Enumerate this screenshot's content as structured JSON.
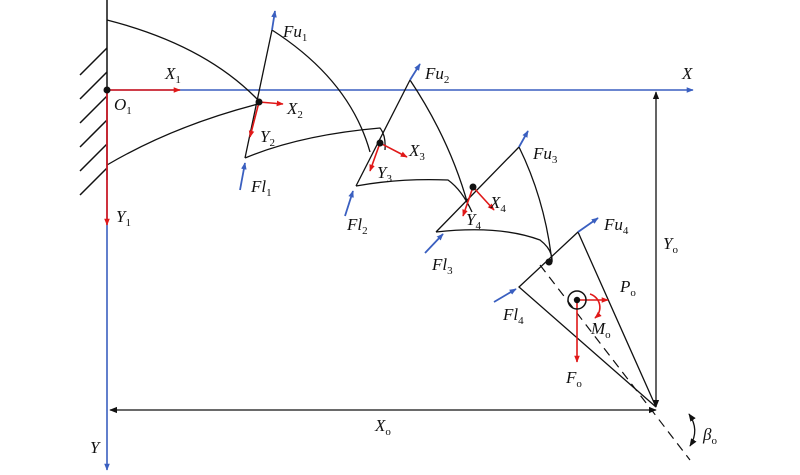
{
  "colors": {
    "axis": "#3a5fc0",
    "force": "#3a5fc0",
    "local": "#e01818",
    "link": "#111111"
  },
  "labels": {
    "X": "X",
    "Y": "Y",
    "O1": {
      "base": "O",
      "sub": "1"
    },
    "X1": {
      "base": "X",
      "sub": "1"
    },
    "Y1": {
      "base": "Y",
      "sub": "1"
    },
    "X2": {
      "base": "X",
      "sub": "2"
    },
    "Y2": {
      "base": "Y",
      "sub": "2"
    },
    "X3": {
      "base": "X",
      "sub": "3"
    },
    "Y3": {
      "base": "Y",
      "sub": "3"
    },
    "X4": {
      "base": "X",
      "sub": "4"
    },
    "Y4": {
      "base": "Y",
      "sub": "4"
    },
    "Fu1": {
      "base": "Fu",
      "sub": "1"
    },
    "Fu2": {
      "base": "Fu",
      "sub": "2"
    },
    "Fu3": {
      "base": "Fu",
      "sub": "3"
    },
    "Fu4": {
      "base": "Fu",
      "sub": "4"
    },
    "Fl1": {
      "base": "Fl",
      "sub": "1"
    },
    "Fl2": {
      "base": "Fl",
      "sub": "2"
    },
    "Fl3": {
      "base": "Fl",
      "sub": "3"
    },
    "Fl4": {
      "base": "Fl",
      "sub": "4"
    },
    "Po": {
      "base": "P",
      "sub": "o"
    },
    "Mo": {
      "base": "M",
      "sub": "o"
    },
    "Fo": {
      "base": "F",
      "sub": "o"
    },
    "Xo": {
      "base": "X",
      "sub": "o"
    },
    "Yo": {
      "base": "Y",
      "sub": "o"
    },
    "beta": {
      "base": "β",
      "sub": "o"
    }
  }
}
